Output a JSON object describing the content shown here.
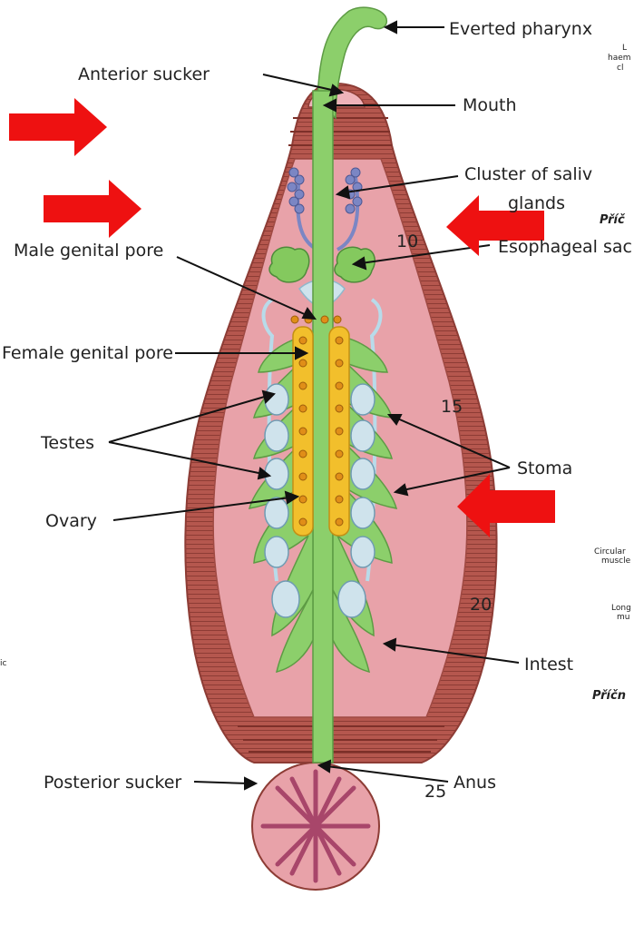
{
  "labels": {
    "everted_pharynx": "Everted pharynx",
    "anterior_sucker": "Anterior sucker",
    "mouth": "Mouth",
    "cluster_salivary_1": "Cluster of saliv",
    "cluster_salivary_2": "glands",
    "esophageal_sac": "Esophageal sac",
    "male_genital_pore": "Male genital pore",
    "female_genital_pore": "Female genital pore",
    "testes": "Testes",
    "ovary": "Ovary",
    "stomach": "Stoma",
    "intestine": "Intest",
    "posterior_sucker": "Posterior sucker",
    "anus": "Anus"
  },
  "segment_numbers": [
    "10",
    "15",
    "20",
    "25"
  ],
  "side_fragments": {
    "right_top_1": "L",
    "right_top_2": "haem",
    "right_top_3": "cl",
    "pricny_1": "Příč",
    "circular": "Circular",
    "muscle": "muscle",
    "long": "Long",
    "mu": "mu",
    "pricny_2": "Příčn",
    "left_ic": "ic"
  },
  "colors": {
    "body_wall": "#b5574e",
    "body_inner": "#e8a2a9",
    "gut": "#8ccf6b",
    "ovary": "#f2bf2c",
    "testes": "#cfe3ec",
    "ducts": "#b8dbea",
    "salivary": "#7b86c4",
    "esophageal_sac": "#84c95e",
    "arrow_red": "#ee1111"
  }
}
